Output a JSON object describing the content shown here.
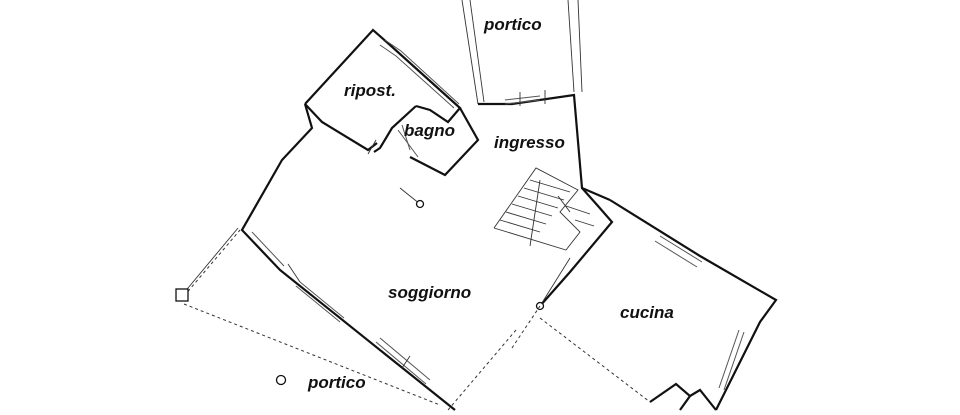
{
  "plan": {
    "rooms": {
      "portico_top": "portico",
      "ripostiglio": "ripost.",
      "bagno": "bagno",
      "ingresso": "ingresso",
      "soggiorno": "soggiorno",
      "cucina": "cucina",
      "portico_bottom": "portico"
    }
  }
}
